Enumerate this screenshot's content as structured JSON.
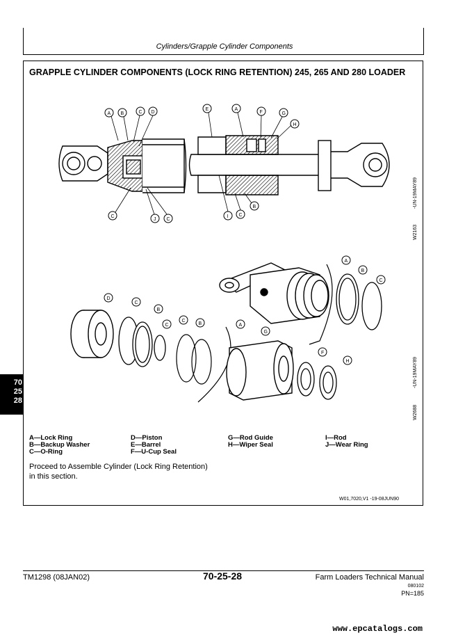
{
  "header": {
    "title": "Cylinders/Grapple Cylinder Components"
  },
  "section": {
    "title": "GRAPPLE CYLINDER COMPONENTS (LOCK RING RETENTION) 245, 265 AND 280 LOADER"
  },
  "figures": {
    "top_code_a": "W2163",
    "top_code_b": "-UN-19MAY89",
    "bottom_code_a": "W2688",
    "bottom_code_b": "-UN-19MAY89",
    "callouts": [
      "A",
      "B",
      "C",
      "D",
      "E",
      "F",
      "G",
      "H",
      "I",
      "J"
    ]
  },
  "legend": {
    "a": "A—Lock Ring",
    "b": "B—Backup Washer",
    "c": "C—O-Ring",
    "d": "D—Piston",
    "e": "E—Barrel",
    "f": "F—U-Cup Seal",
    "g": "G—Rod Guide",
    "h": "H—Wiper Seal",
    "i": "I—Rod",
    "j": "J—Wear Ring"
  },
  "note": {
    "line1": "Proceed to Assemble Cylinder (Lock Ring Retention)",
    "line2": "in this section."
  },
  "ref_code": "W01,7020,V1     -19-08JUN90",
  "tab": {
    "line1": "70",
    "line2": "25",
    "line3": "28"
  },
  "footer": {
    "manual_id": "TM1298 (08JAN02)",
    "page_number": "70-25-28",
    "manual_title": "Farm Loaders Technical Manual",
    "small_code": "080102",
    "pn": "PN=185"
  },
  "watermark": "www.epcatalogs.com"
}
